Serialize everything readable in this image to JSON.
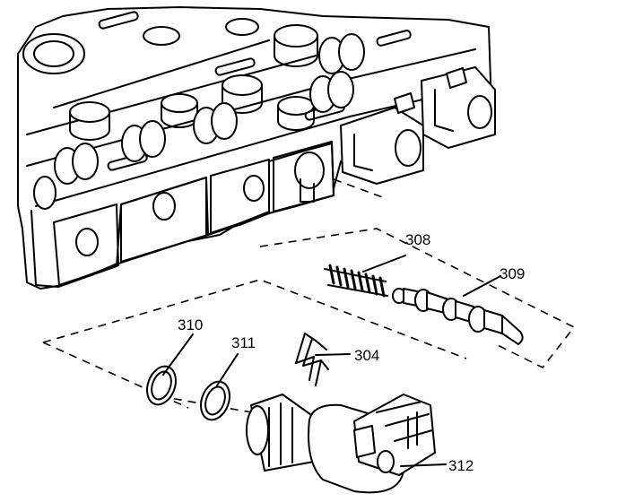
{
  "callouts": {
    "c304": "304",
    "c308": "308",
    "c309": "309",
    "c310": "310",
    "c311": "311",
    "c312": "312"
  },
  "colors": {
    "line": "#000000",
    "background": "#ffffff"
  }
}
